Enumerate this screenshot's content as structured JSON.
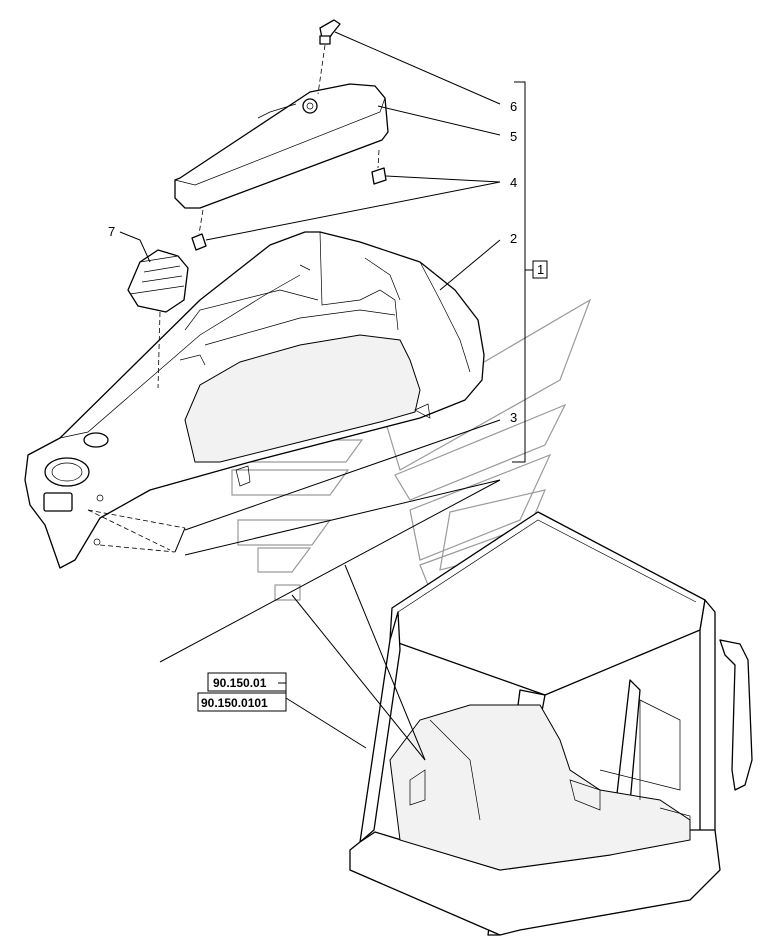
{
  "callouts": {
    "c1": "1",
    "c2": "2",
    "c3": "3",
    "c4": "4",
    "c5": "5",
    "c6": "6",
    "c7": "7"
  },
  "references": {
    "ref1": "90.150.01",
    "ref2": "90.150.0101"
  }
}
